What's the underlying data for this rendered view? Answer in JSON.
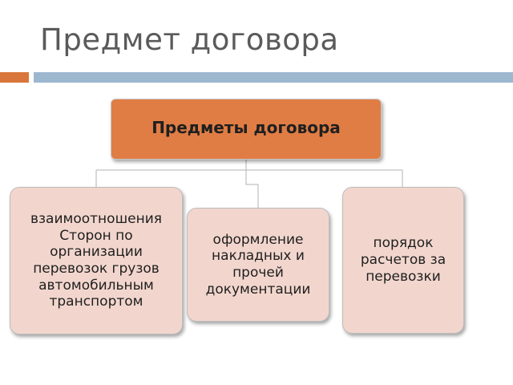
{
  "title": "Предмет договора",
  "diagram": {
    "root": "Предметы договора",
    "children": [
      "взаимоотношения Сторон по организации перевозок грузов автомобильным транспортом",
      "оформление накладных и прочей документации",
      "порядок расчетов за перевозки"
    ]
  },
  "colors": {
    "title_text": "#5a5a5a",
    "accent_orange": "#d9763b",
    "accent_blue": "#9db7cf",
    "root_fill": "#e07d44",
    "child_fill": "#f2d6cd"
  }
}
